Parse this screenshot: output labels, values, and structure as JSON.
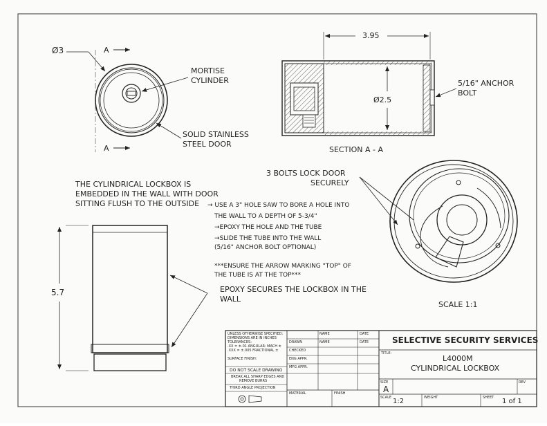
{
  "top_view": {
    "dia": "Ø3",
    "section_marker_top": "A",
    "section_marker_bottom": "A",
    "mortise_label": [
      "MORTISE",
      "CYLINDER"
    ],
    "door_label": [
      "SOLID STAINLESS",
      "STEEL DOOR"
    ]
  },
  "section_view": {
    "length_dim": "3.95",
    "inner_dia": "Ø2.5",
    "anchor_label": [
      "5/16\" ANCHOR",
      "BOLT"
    ],
    "title": "SECTION A - A"
  },
  "iso_view": {
    "bolts_label": [
      "3 BOLTS LOCK DOOR",
      "SECURELY"
    ],
    "scale": "SCALE 1:1"
  },
  "side_view": {
    "height_dim": "5.7",
    "desc": [
      "THE CYLINDRICAL LOCKBOX IS",
      "EMBEDDED IN THE WALL WITH DOOR",
      "SITTING FLUSH TO THE OUTSIDE"
    ],
    "instructions": [
      "→ USE A 3\" HOLE SAW TO BORE A HOLE INTO",
      "THE WALL TO A DEPTH OF 5-3/4\"",
      "→EPOXY THE HOLE AND THE TUBE",
      "→SLIDE THE TUBE INTO THE WALL",
      "(5/16\" ANCHOR BOLT OPTIONAL)"
    ],
    "note": [
      "***ENSURE THE ARROW MARKING \"TOP\" OF",
      "THE TUBE IS AT THE TOP***"
    ],
    "epoxy_label": [
      "EPOXY SECURES THE LOCKBOX IN THE",
      "WALL"
    ]
  },
  "title_block": {
    "company": "SELECTIVE SECURITY SERVICES",
    "part_number": "L4000M",
    "part_name": "CYLINDRICAL LOCKBOX",
    "size": "A",
    "scale": "1:2",
    "sheet": "1 of 1",
    "tolerance_text": [
      "UNLESS OTHERWISE SPECIFIED:",
      "DIMENSIONS ARE IN INCHES",
      "TOLERANCES:",
      ".XX = ±.01    ANGULAR: MACH ±",
      ".XXX = ±.005   FRACTIONAL ±",
      "SURFACE FINISH:"
    ],
    "no_scale": "DO NOT SCALE DRAWING",
    "break_edges": [
      "BREAK ALL SHARP EDGES AND",
      "REMOVE BURRS"
    ],
    "projection": "THIRD ANGLE PROJECTION",
    "col_headers": [
      "NAME",
      "DATE"
    ],
    "rows": [
      "DRAWN",
      "CHECKED",
      "ENG APPR.",
      "MFG APPR."
    ],
    "drawn_name": "NAME",
    "drawn_date": "DATE",
    "material_label": "MATERIAL",
    "finish_label": "FINISH",
    "title_label": "TITLE:",
    "size_label": "SIZE",
    "rev_label": "REV",
    "scale_label": "SCALE",
    "weight_label": "WEIGHT",
    "sheet_label": "SHEET"
  }
}
